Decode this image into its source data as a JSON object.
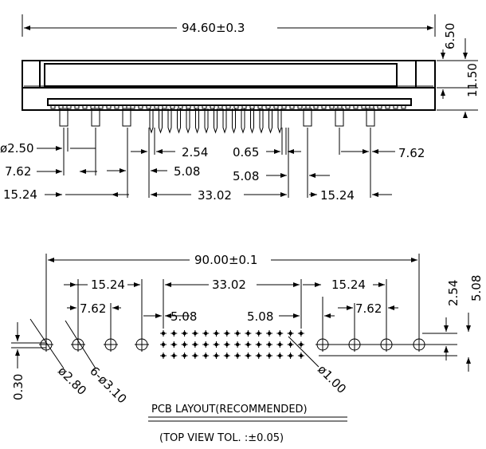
{
  "top_view": {
    "overall_length": "94.60±0.3",
    "height_upper": "6.50",
    "height_lower": "11.50",
    "pin_diameter": "ø2.50",
    "pitch_7_62_left": "7.62",
    "pitch_15_24_left": "15.24",
    "pitch_2_54": "2.54",
    "pitch_5_08_left": "5.08",
    "pin_0_65": "0.65",
    "pitch_5_08_right": "5.08",
    "span_33_02": "33.02",
    "pitch_7_62_right": "7.62",
    "pitch_15_24_right": "15.24"
  },
  "pcb_layout": {
    "overall_length": "90.00±0.1",
    "pitch_15_24_left": "15.24",
    "span_33_02": "33.02",
    "pitch_15_24_right": "15.24",
    "pitch_2_54": "2.54",
    "pitch_5_08_vertical": "5.08",
    "pitch_7_62_left": "7.62",
    "pitch_5_08_left": "5.08",
    "pitch_5_08_right": "5.08",
    "pitch_7_62_right": "7.62",
    "offset_0_30": "0.30",
    "hole_2_80": "ø2.80",
    "hole_6_3_10": "6-ø3.10",
    "hole_1_00": "ø1.00",
    "title": "PCB LAYOUT(RECOMMENDED)",
    "subtitle": "(TOP VIEW TOL. :±0.05)"
  }
}
